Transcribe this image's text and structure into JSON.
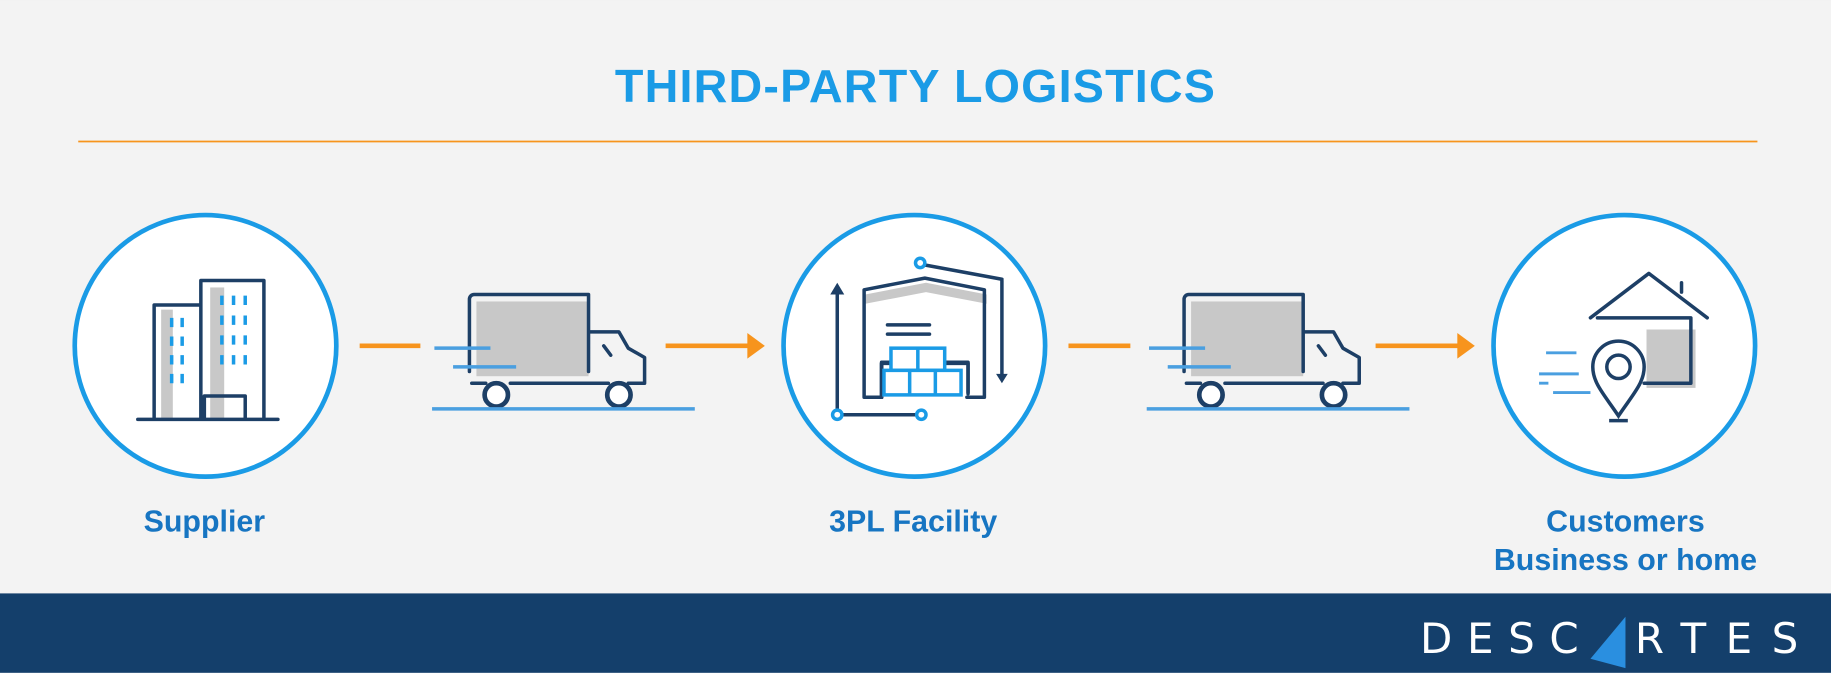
{
  "title": "THIRD-PARTY LOGISTICS",
  "steps": [
    {
      "label": "Supplier",
      "icon": "office-buildings-icon"
    },
    {
      "label": "3PL Facility",
      "icon": "warehouse-icon"
    },
    {
      "label_line1": "Customers",
      "label_line2": "Business or home",
      "icon": "house-location-pin-icon"
    }
  ],
  "transport_icon": "delivery-truck-icon",
  "footer": {
    "logo": "DESCARTES",
    "logo_left": "DESC",
    "logo_right": "RTES"
  },
  "colors": {
    "accent": "#1a9be6",
    "label": "#1775c2",
    "dark": "#1d3f66",
    "orange": "#f7941d",
    "footer": "#143f6b",
    "background": "#f3f3f3"
  }
}
